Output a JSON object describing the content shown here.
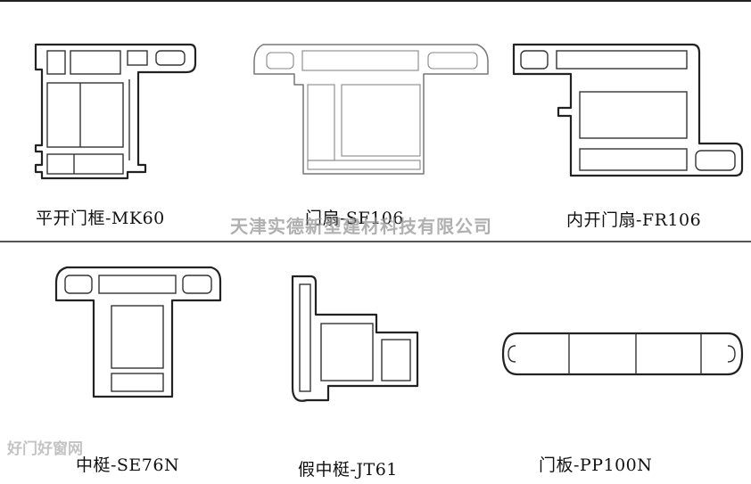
{
  "profiles": [
    {
      "caption": "平开门框-MK60"
    },
    {
      "caption": "门扇-SF106"
    },
    {
      "caption": "内开门扇-FR106"
    },
    {
      "caption": "中梃-SE76N"
    },
    {
      "caption": "假中梃-JT61"
    },
    {
      "caption": "门板-PP100N"
    }
  ],
  "watermark": "天津实德新型建材科技有限公司",
  "logo_watermark": "好门好窗网"
}
